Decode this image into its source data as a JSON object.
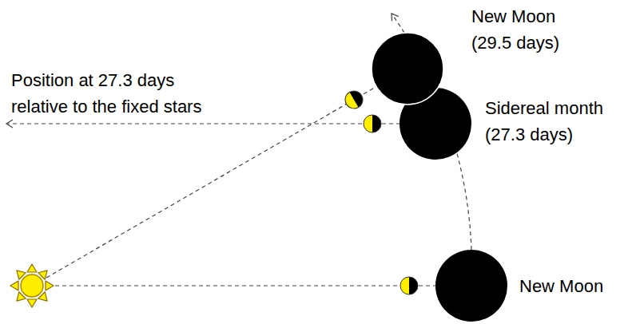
{
  "diagram": {
    "labels": [
      "New Moon (29.5 days)",
      "Position at 27.3 days relative to the fixed stars",
      "Sidereal month (27.3 days)",
      "New Moon"
    ]
  }
}
